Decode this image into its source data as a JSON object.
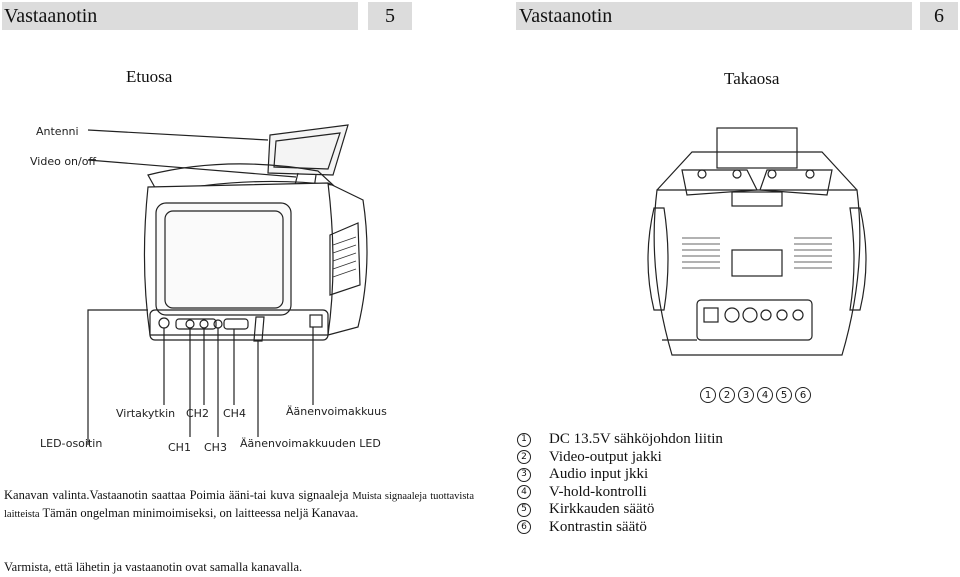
{
  "left_page": {
    "title": "Vastaanotin",
    "number": "5",
    "caption": "Etuosa",
    "labels": {
      "antenni": "Antenni",
      "video": "Video on/off",
      "virtakytkin": "Virtakytkin",
      "ch2": "CH2",
      "ch4": "CH4",
      "aanenvoimakkuus": "Äänenvoimakkuus",
      "led": "LED-osoitin",
      "ch1": "CH1",
      "ch3": "CH3",
      "led2": "Äänenvoimakkuuden LED"
    },
    "paragraph": {
      "part1": "Kanavan valinta.Vastaanotin saattaa Poimia ääni-tai kuva signaaleja",
      "part2": "Muista signaaleja tuottavista laitteista",
      "part3": "Tämän ongelman minimoimiseksi, on laitteessa neljä Kanavaa."
    },
    "footer": "Varmista, että lähetin ja vastaanotin ovat samalla kanavalla."
  },
  "right_page": {
    "title": "Vastaanotin",
    "number": "6",
    "caption": "Takaosa",
    "port_numbers": [
      "1",
      "2",
      "3",
      "4",
      "5",
      "6"
    ],
    "legend": [
      {
        "num": "1",
        "text": "DC 13.5V sähköjohdon liitin"
      },
      {
        "num": "2",
        "text": "Video-output jakki"
      },
      {
        "num": "3",
        "text": "Audio input jkki"
      },
      {
        "num": "4",
        "text": "V-hold-kontrolli"
      },
      {
        "num": "5",
        "text": "Kirkkauden säätö"
      },
      {
        "num": "6",
        "text": "Kontrastin säätö"
      }
    ]
  }
}
